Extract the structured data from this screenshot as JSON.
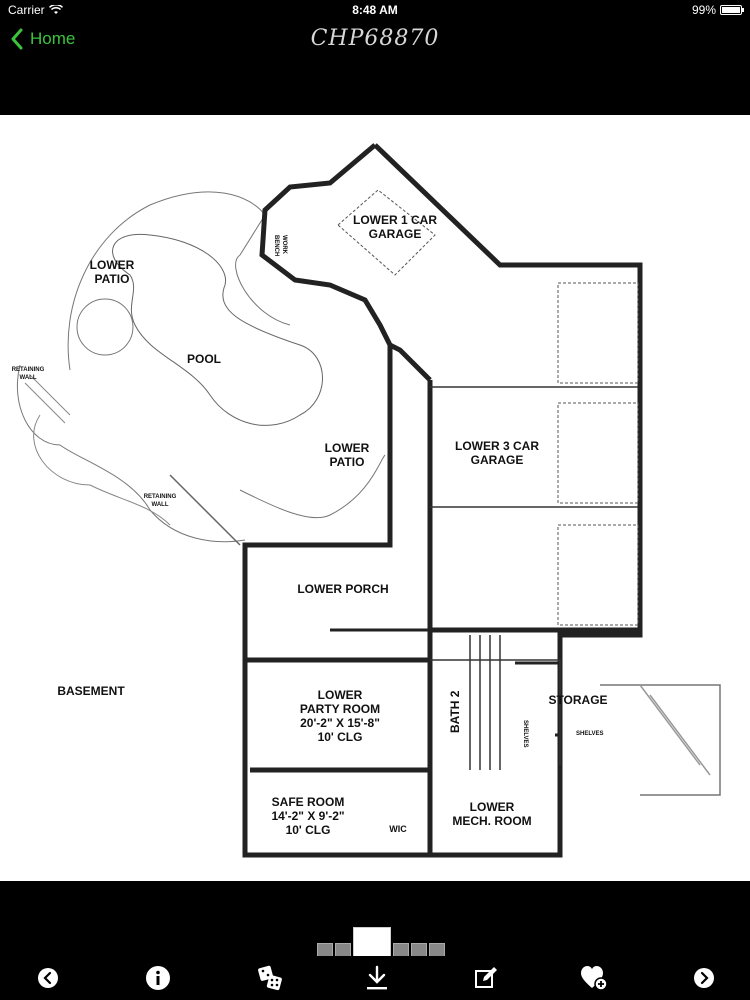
{
  "status_bar": {
    "carrier": "Carrier",
    "time": "8:48 AM",
    "battery": "99%",
    "battery_level": 0.99
  },
  "nav": {
    "back_label": "Home",
    "title": "CHP68870"
  },
  "floor_plan": {
    "rooms": {
      "lower_1_car_garage": [
        "LOWER 1 CAR",
        "GARAGE"
      ],
      "work_bench": [
        "WORK",
        "BENCH"
      ],
      "lower_patio_left": [
        "LOWER",
        "PATIO"
      ],
      "pool": "POOL",
      "retaining_wall_left": [
        "RETAINING",
        "WALL"
      ],
      "retaining_wall_right": [
        "RETAINING",
        "WALL"
      ],
      "lower_patio_right": [
        "LOWER",
        "PATIO"
      ],
      "lower_3_car_garage": [
        "LOWER 3 CAR",
        "GARAGE"
      ],
      "lower_porch": "LOWER PORCH",
      "basement": "BASEMENT",
      "lower_party_room": [
        "LOWER",
        "PARTY ROOM",
        "20'-2\" X 15'-8\"",
        "10' CLG"
      ],
      "bath_2": "BATH 2",
      "shelves_left": "SHELVES",
      "shelves_bottom": "SHELVES",
      "storage": "STORAGE",
      "safe_room": [
        "SAFE ROOM",
        "14'-2\" X 9'-2\"",
        "10' CLG"
      ],
      "wic": "WIC",
      "lower_mech_room": [
        "LOWER",
        "MECH. ROOM"
      ]
    }
  },
  "toolbar": {
    "icons": [
      "chevron-left-icon",
      "info-icon",
      "dice-icon",
      "download-icon",
      "edit-icon",
      "favorite-add-icon",
      "chevron-right-icon"
    ]
  },
  "colors": {
    "accent": "#3cc33c",
    "background": "#000000",
    "title": "#d7d7d7"
  }
}
